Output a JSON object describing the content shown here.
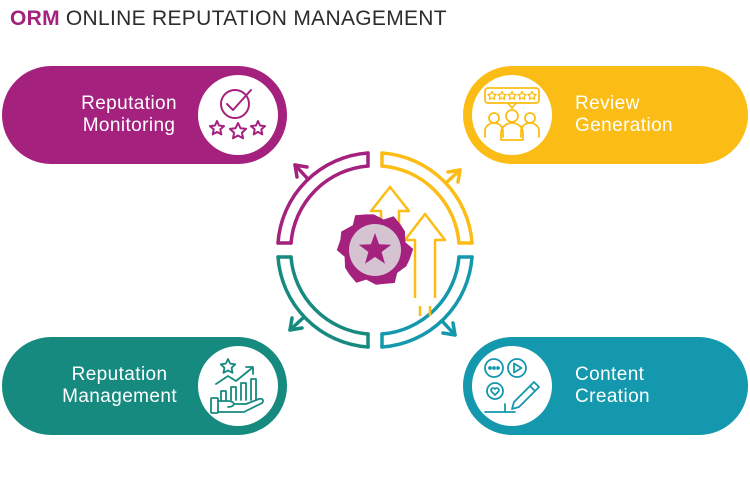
{
  "title": {
    "acronym": "ORM",
    "text": "ONLINE REPUTATION MANAGEMENT"
  },
  "colors": {
    "magenta": "#a4217e",
    "yellow": "#fbbd15",
    "teal_dark": "#168a7f",
    "teal_blue": "#1498ad",
    "gear_light": "#d6c3d2"
  },
  "items": [
    {
      "line1": "Reputation",
      "line2": "Monitoring",
      "icon": "check-stars-icon"
    },
    {
      "line1": "Review",
      "line2": "Generation",
      "icon": "rated-team-icon"
    },
    {
      "line1": "Reputation",
      "line2": "Management",
      "icon": "growth-hand-icon"
    },
    {
      "line1": "Content",
      "line2": "Creation",
      "icon": "content-creation-icon"
    }
  ],
  "center_icons": [
    "cycle-arrows-icon",
    "star-gear-icon",
    "up-arrows-icon"
  ]
}
